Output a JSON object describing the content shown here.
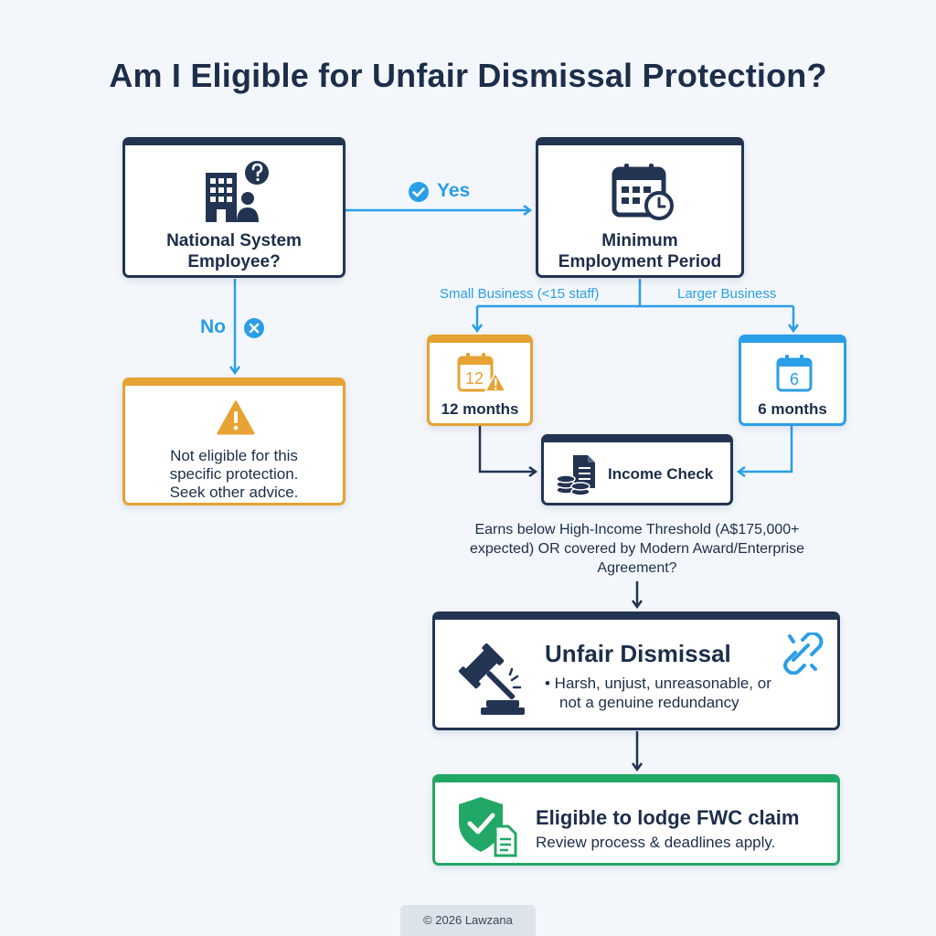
{
  "title": "Am I Eligible for Unfair Dismissal Protection?",
  "nodes": {
    "national": {
      "label_line1": "National System",
      "label_line2": "Employee?"
    },
    "min_period": {
      "label_line1": "Minimum",
      "label_line2": "Employment Period"
    },
    "not_eligible": {
      "line1": "Not eligible for this",
      "line2": "specific protection.",
      "line3": "Seek other advice."
    },
    "small_months": {
      "label": "12 months",
      "icon_number": "12"
    },
    "large_months": {
      "label": "6 months",
      "icon_number": "6"
    },
    "income_check": {
      "label": "Income Check"
    },
    "income_question": {
      "line1": "Earns below High-Income Threshold (A$175,000+",
      "line2": "expected) OR covered by Modern Award/Enterprise",
      "line3": "Agreement?"
    },
    "unfair_dismissal": {
      "title": "Unfair Dismissal",
      "bullet_line1": "• Harsh, unjust, unreasonable, or",
      "bullet_line2": "not a genuine redundancy"
    },
    "eligible": {
      "title": "Eligible to lodge FWC claim",
      "subtitle": "Review process & deadlines apply."
    }
  },
  "edges": {
    "yes": "Yes",
    "no": "No",
    "small_business": "Small Business (<15 staff)",
    "larger_business": "Larger Business"
  },
  "footer": "© 2026 Lawzana",
  "colors": {
    "navy": "#223452",
    "blue": "#2a9ee6",
    "orange": "#e6a233",
    "green": "#22a866",
    "background": "#f3f7fb"
  },
  "icons": [
    "building-person-question-icon",
    "calendar-clock-icon",
    "warning-icon",
    "calendar-warning-icon",
    "calendar-icon",
    "coins-document-icon",
    "gavel-icon",
    "broken-link-icon",
    "shield-check-document-icon",
    "check-circle-icon",
    "close-circle-icon"
  ]
}
